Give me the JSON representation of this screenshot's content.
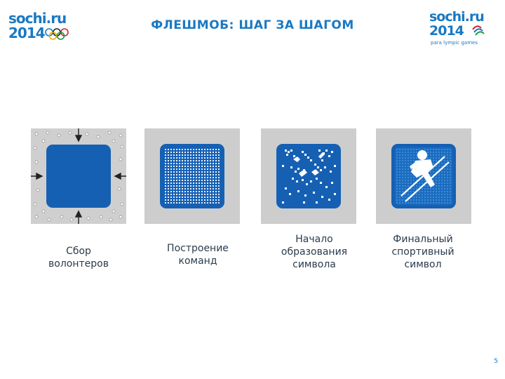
{
  "header": {
    "title": "ФЛЕШМОБ: ШАГ ЗА ШАГОМ",
    "logo_left_text": [
      "sochi.ru",
      "2014"
    ],
    "logo_right_text": [
      "sochi.ru",
      "2014",
      "para lympic games"
    ]
  },
  "steps": [
    {
      "caption": "Сбор\nволонтеров",
      "icon": "volunteers-gathering-icon"
    },
    {
      "caption": "Построение\nкоманд",
      "icon": "team-grid-icon"
    },
    {
      "caption": "Начало\nобразования\nсимвола",
      "icon": "symbol-forming-icon"
    },
    {
      "caption": "Финальный\nспортивный\nсимвол",
      "icon": "skier-symbol-icon"
    }
  ],
  "colors": {
    "brand": "#1a79c2",
    "tile_blue": "#1660b4",
    "tile_gray": "#cdcdcd"
  },
  "footer": {
    "page_number": "5"
  }
}
